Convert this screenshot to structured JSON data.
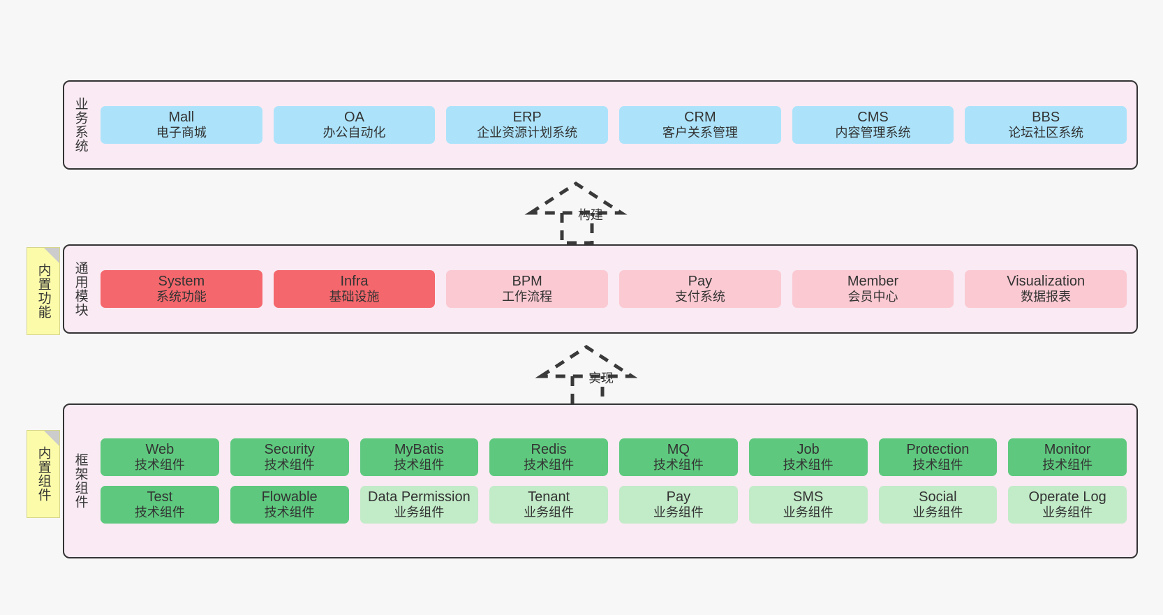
{
  "diagram": {
    "background_color": "#f7f7f7",
    "layer_fill": "#f9eaf3",
    "layer_border": "#333333",
    "note_fill": "#fbfbaa",
    "colors": {
      "business": "#ace3fb",
      "module_core": "#f4676c",
      "module_other": "#fbc9d2",
      "tech_component": "#5ec97e",
      "biz_component": "#c2ebc8"
    }
  },
  "layers": [
    {
      "id": "business-system",
      "label": "业务系统",
      "note": null,
      "rows": [
        {
          "cards": [
            {
              "title": "Mall",
              "sub": "电子商城",
              "color": "blue"
            },
            {
              "title": "OA",
              "sub": "办公自动化",
              "color": "blue"
            },
            {
              "title": "ERP",
              "sub": "企业资源计划系统",
              "color": "blue"
            },
            {
              "title": "CRM",
              "sub": "客户关系管理",
              "color": "blue"
            },
            {
              "title": "CMS",
              "sub": "内容管理系统",
              "color": "blue"
            },
            {
              "title": "BBS",
              "sub": "论坛社区系统",
              "color": "blue"
            }
          ]
        }
      ]
    },
    {
      "id": "common-modules",
      "label": "通用模块",
      "note": "内置功能",
      "rows": [
        {
          "cards": [
            {
              "title": "System",
              "sub": "系统功能",
              "color": "red"
            },
            {
              "title": "Infra",
              "sub": "基础设施",
              "color": "red"
            },
            {
              "title": "BPM",
              "sub": "工作流程",
              "color": "pink"
            },
            {
              "title": "Pay",
              "sub": "支付系统",
              "color": "pink"
            },
            {
              "title": "Member",
              "sub": "会员中心",
              "color": "pink"
            },
            {
              "title": "Visualization",
              "sub": "数据报表",
              "color": "pink"
            }
          ]
        }
      ]
    },
    {
      "id": "framework-components",
      "label": "框架组件",
      "note": "内置组件",
      "rows": [
        {
          "cards": [
            {
              "title": "Web",
              "sub": "技术组件",
              "color": "green"
            },
            {
              "title": "Security",
              "sub": "技术组件",
              "color": "green"
            },
            {
              "title": "MyBatis",
              "sub": "技术组件",
              "color": "green"
            },
            {
              "title": "Redis",
              "sub": "技术组件",
              "color": "green"
            },
            {
              "title": "MQ",
              "sub": "技术组件",
              "color": "green"
            },
            {
              "title": "Job",
              "sub": "技术组件",
              "color": "green"
            },
            {
              "title": "Protection",
              "sub": "技术组件",
              "color": "green"
            },
            {
              "title": "Monitor",
              "sub": "技术组件",
              "color": "green"
            }
          ]
        },
        {
          "cards": [
            {
              "title": "Test",
              "sub": "技术组件",
              "color": "green"
            },
            {
              "title": "Flowable",
              "sub": "技术组件",
              "color": "green"
            },
            {
              "title": "Data Permission",
              "sub": "业务组件",
              "color": "lightgreen"
            },
            {
              "title": "Tenant",
              "sub": "业务组件",
              "color": "lightgreen"
            },
            {
              "title": "Pay",
              "sub": "业务组件",
              "color": "lightgreen"
            },
            {
              "title": "SMS",
              "sub": "业务组件",
              "color": "lightgreen"
            },
            {
              "title": "Social",
              "sub": "业务组件",
              "color": "lightgreen"
            },
            {
              "title": "Operate Log",
              "sub": "业务组件",
              "color": "lightgreen"
            }
          ]
        }
      ]
    }
  ],
  "connectors": [
    {
      "id": "build",
      "label": "构建",
      "from": "common-modules",
      "to": "business-system"
    },
    {
      "id": "implement",
      "label": "实现",
      "from": "framework-components",
      "to": "common-modules"
    }
  ]
}
